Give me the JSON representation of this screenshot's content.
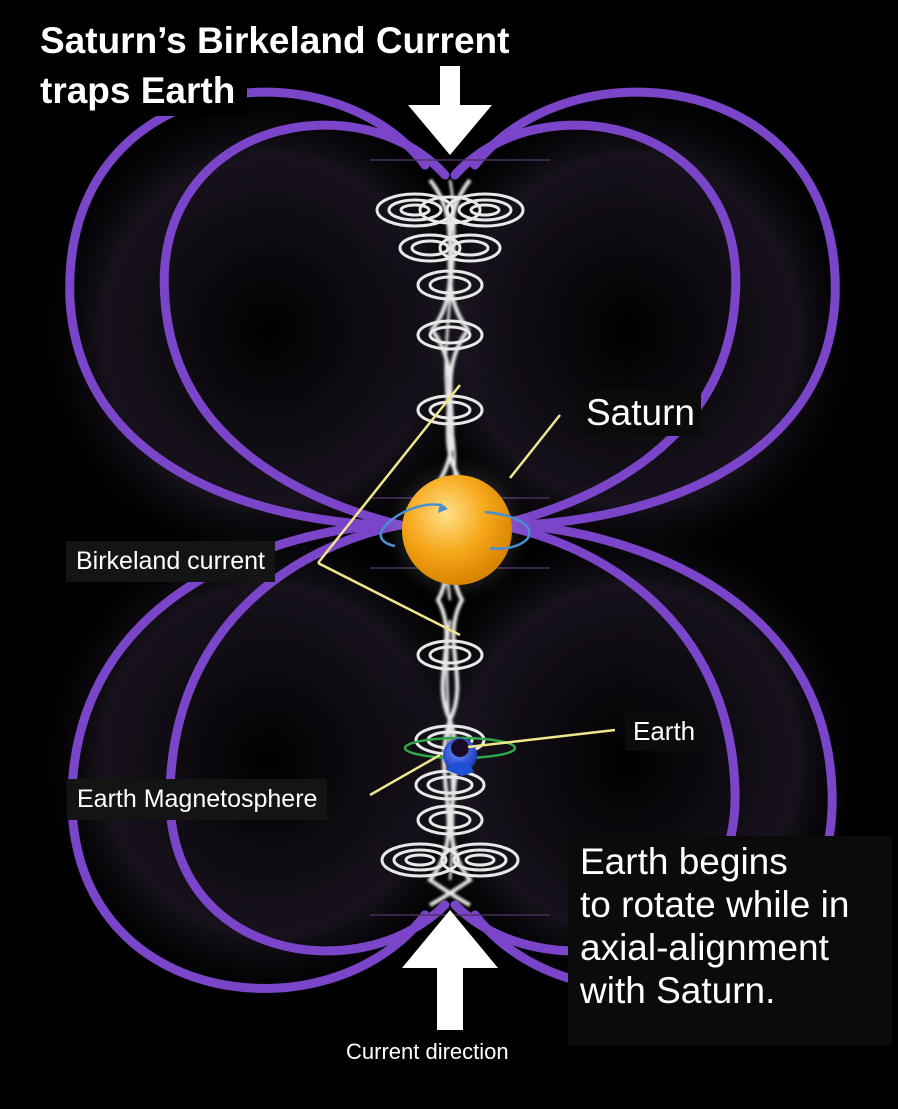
{
  "title": {
    "line1": "Saturn’s Birkeland Current",
    "line2": "traps Earth"
  },
  "labels": {
    "saturn": "Saturn",
    "birkeland_current": "Birkeland current",
    "earth": "Earth",
    "earth_magnetosphere": "Earth Magnetosphere",
    "current_direction": "Current direction"
  },
  "caption": {
    "line1": "Earth begins",
    "line2": "to rotate while in",
    "line3": "axial-alignment",
    "line4": "with Saturn."
  },
  "colors": {
    "background": "#000000",
    "field_lines": "#7a45c8",
    "current_coils": "#e8e8e8",
    "saturn": "#f5a623",
    "earth": "#1f4fd6",
    "leader_lines": "#f0e68c",
    "arrows": "#ffffff"
  }
}
